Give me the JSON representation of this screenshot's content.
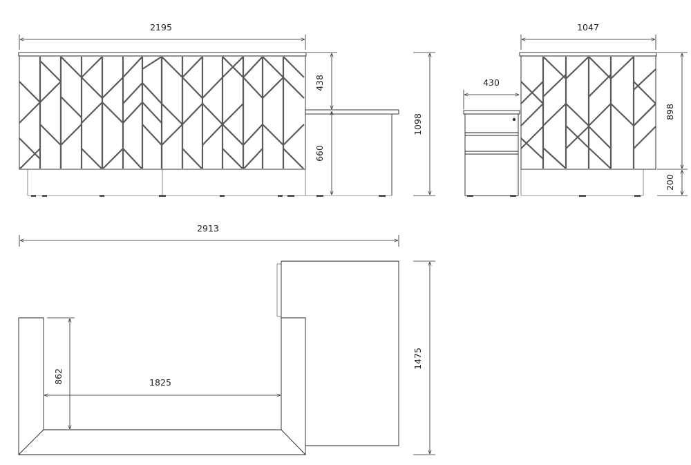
{
  "colors": {
    "line": "#222222",
    "pattern": "#5a5a5a",
    "background": "#ffffff"
  },
  "front_view": {
    "width_label": "2195",
    "top_height_label": "438",
    "desk_height_label": "660",
    "total_height_label": "1098"
  },
  "side_view": {
    "width_label": "1047",
    "pedestal_depth_label": "430",
    "panel_height_label": "898",
    "plinth_height_label": "200"
  },
  "plan_view": {
    "total_width_label": "2913",
    "inner_width_label": "1825",
    "inner_depth_label": "862",
    "total_depth_label": "1475"
  }
}
